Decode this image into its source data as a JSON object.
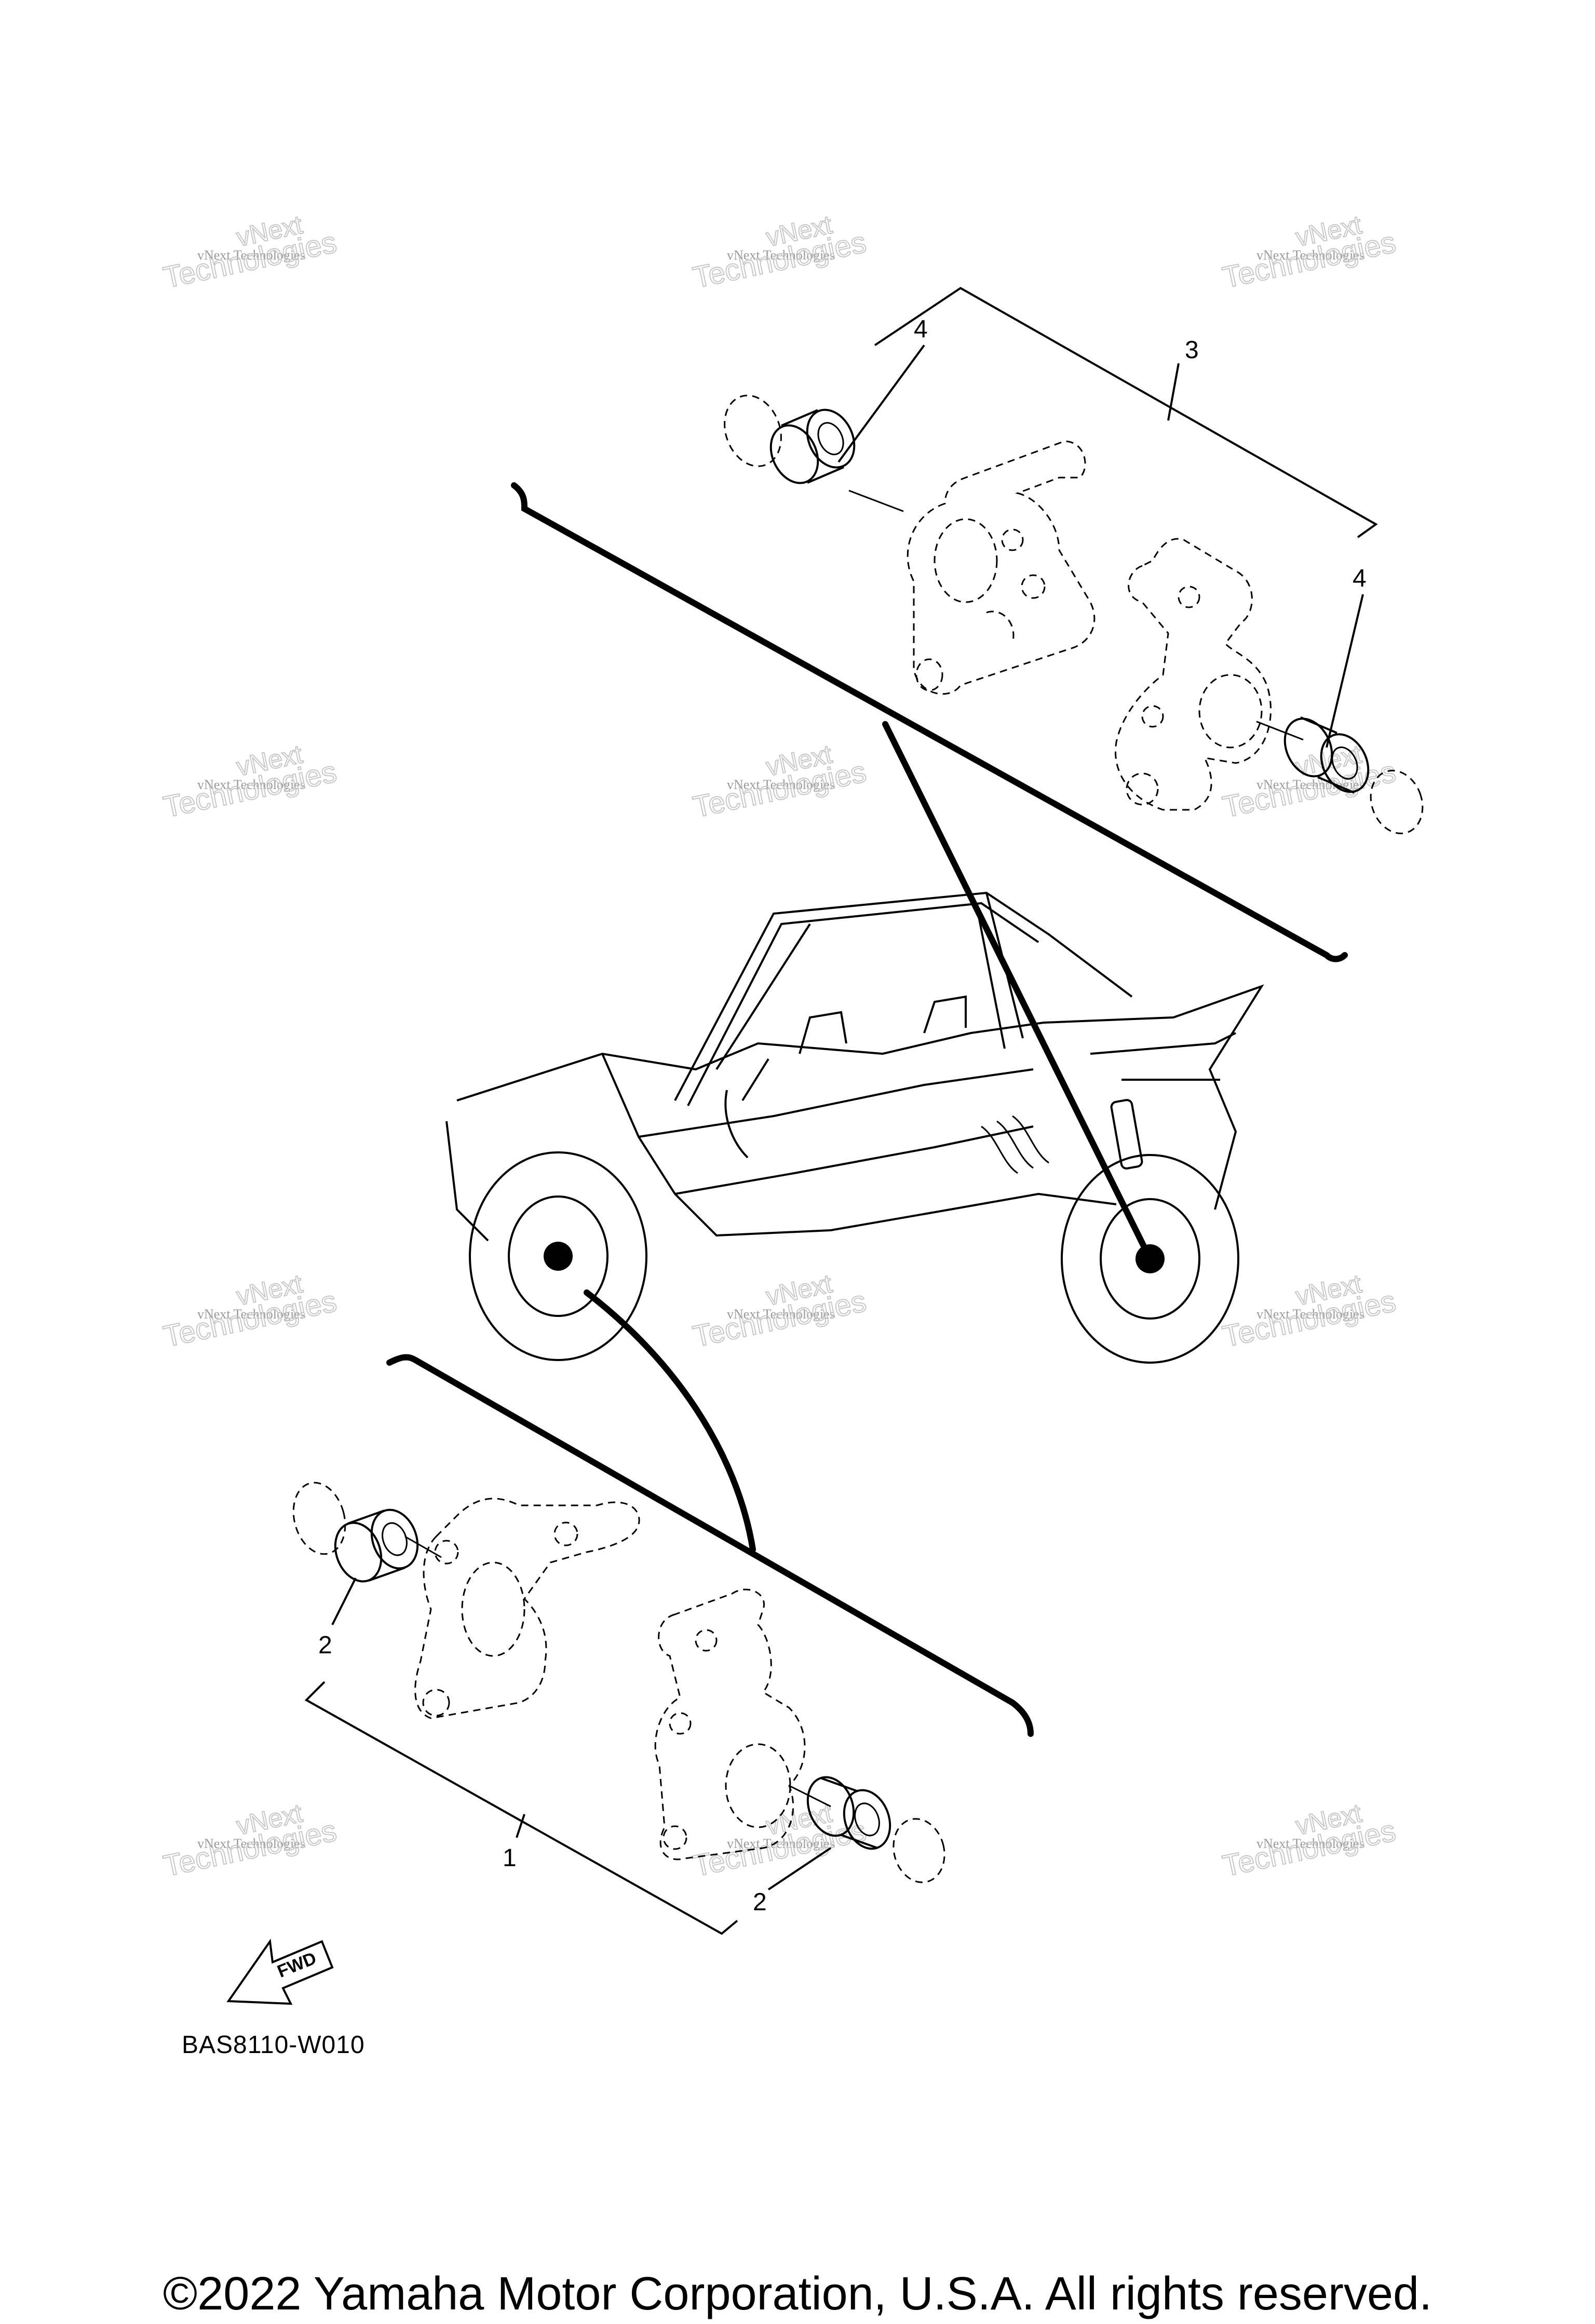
{
  "diagram": {
    "callouts": {
      "c1": "1",
      "c2a": "2",
      "c2b": "2",
      "c3": "3",
      "c4a": "4",
      "c4b": "4"
    },
    "fwd_label": "FWD",
    "diagram_code": "BAS8110-W010",
    "watermark_small": "vNext Technologies",
    "watermark_line1": "vNext",
    "watermark_line2": "Technologies"
  },
  "footer": {
    "copyright": "©2022 Yamaha Motor Corporation, U.S.A. All rights reserved."
  }
}
